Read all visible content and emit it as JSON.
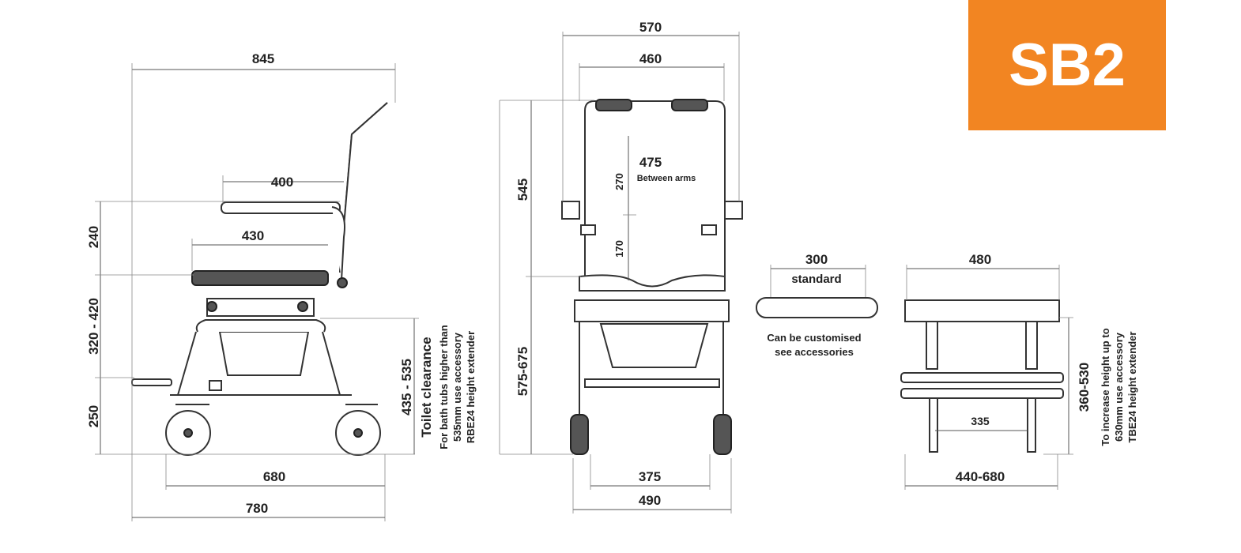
{
  "badge": {
    "model": "SB2",
    "color": "#F28522"
  },
  "side_view": {
    "overall_length": "845",
    "arm_length": "400",
    "seat_depth": "430",
    "back_height": "240",
    "seat_height": "320 - 420",
    "base_height": "250",
    "wheelbase": "680",
    "overall_base": "780",
    "toilet_clearance_value": "435 - 535",
    "toilet_clearance_label": "Toilet clearance",
    "note_lines": [
      "For bath tubs higher than",
      "535mm use accessory",
      "RBE24 height extender"
    ]
  },
  "front_view": {
    "overall_width": "570",
    "inner_width": "460",
    "upper_height": "545",
    "lower_height": "575-675",
    "between_arms_value": "475",
    "between_arms_label": "Between arms",
    "back_height": "270",
    "arm_height": "170",
    "wheel_track_inner": "375",
    "wheel_track_outer": "490"
  },
  "seat_panel": {
    "width": "300",
    "width_label": "standard",
    "note_lines": [
      "Can be customised",
      "see accessories"
    ]
  },
  "base_view": {
    "top_width": "480",
    "inner_width": "335",
    "base_width": "440-680",
    "height": "360-530",
    "note_lines": [
      "To increase height up to",
      "630mm use accessory",
      "TBE24 height extender"
    ]
  }
}
